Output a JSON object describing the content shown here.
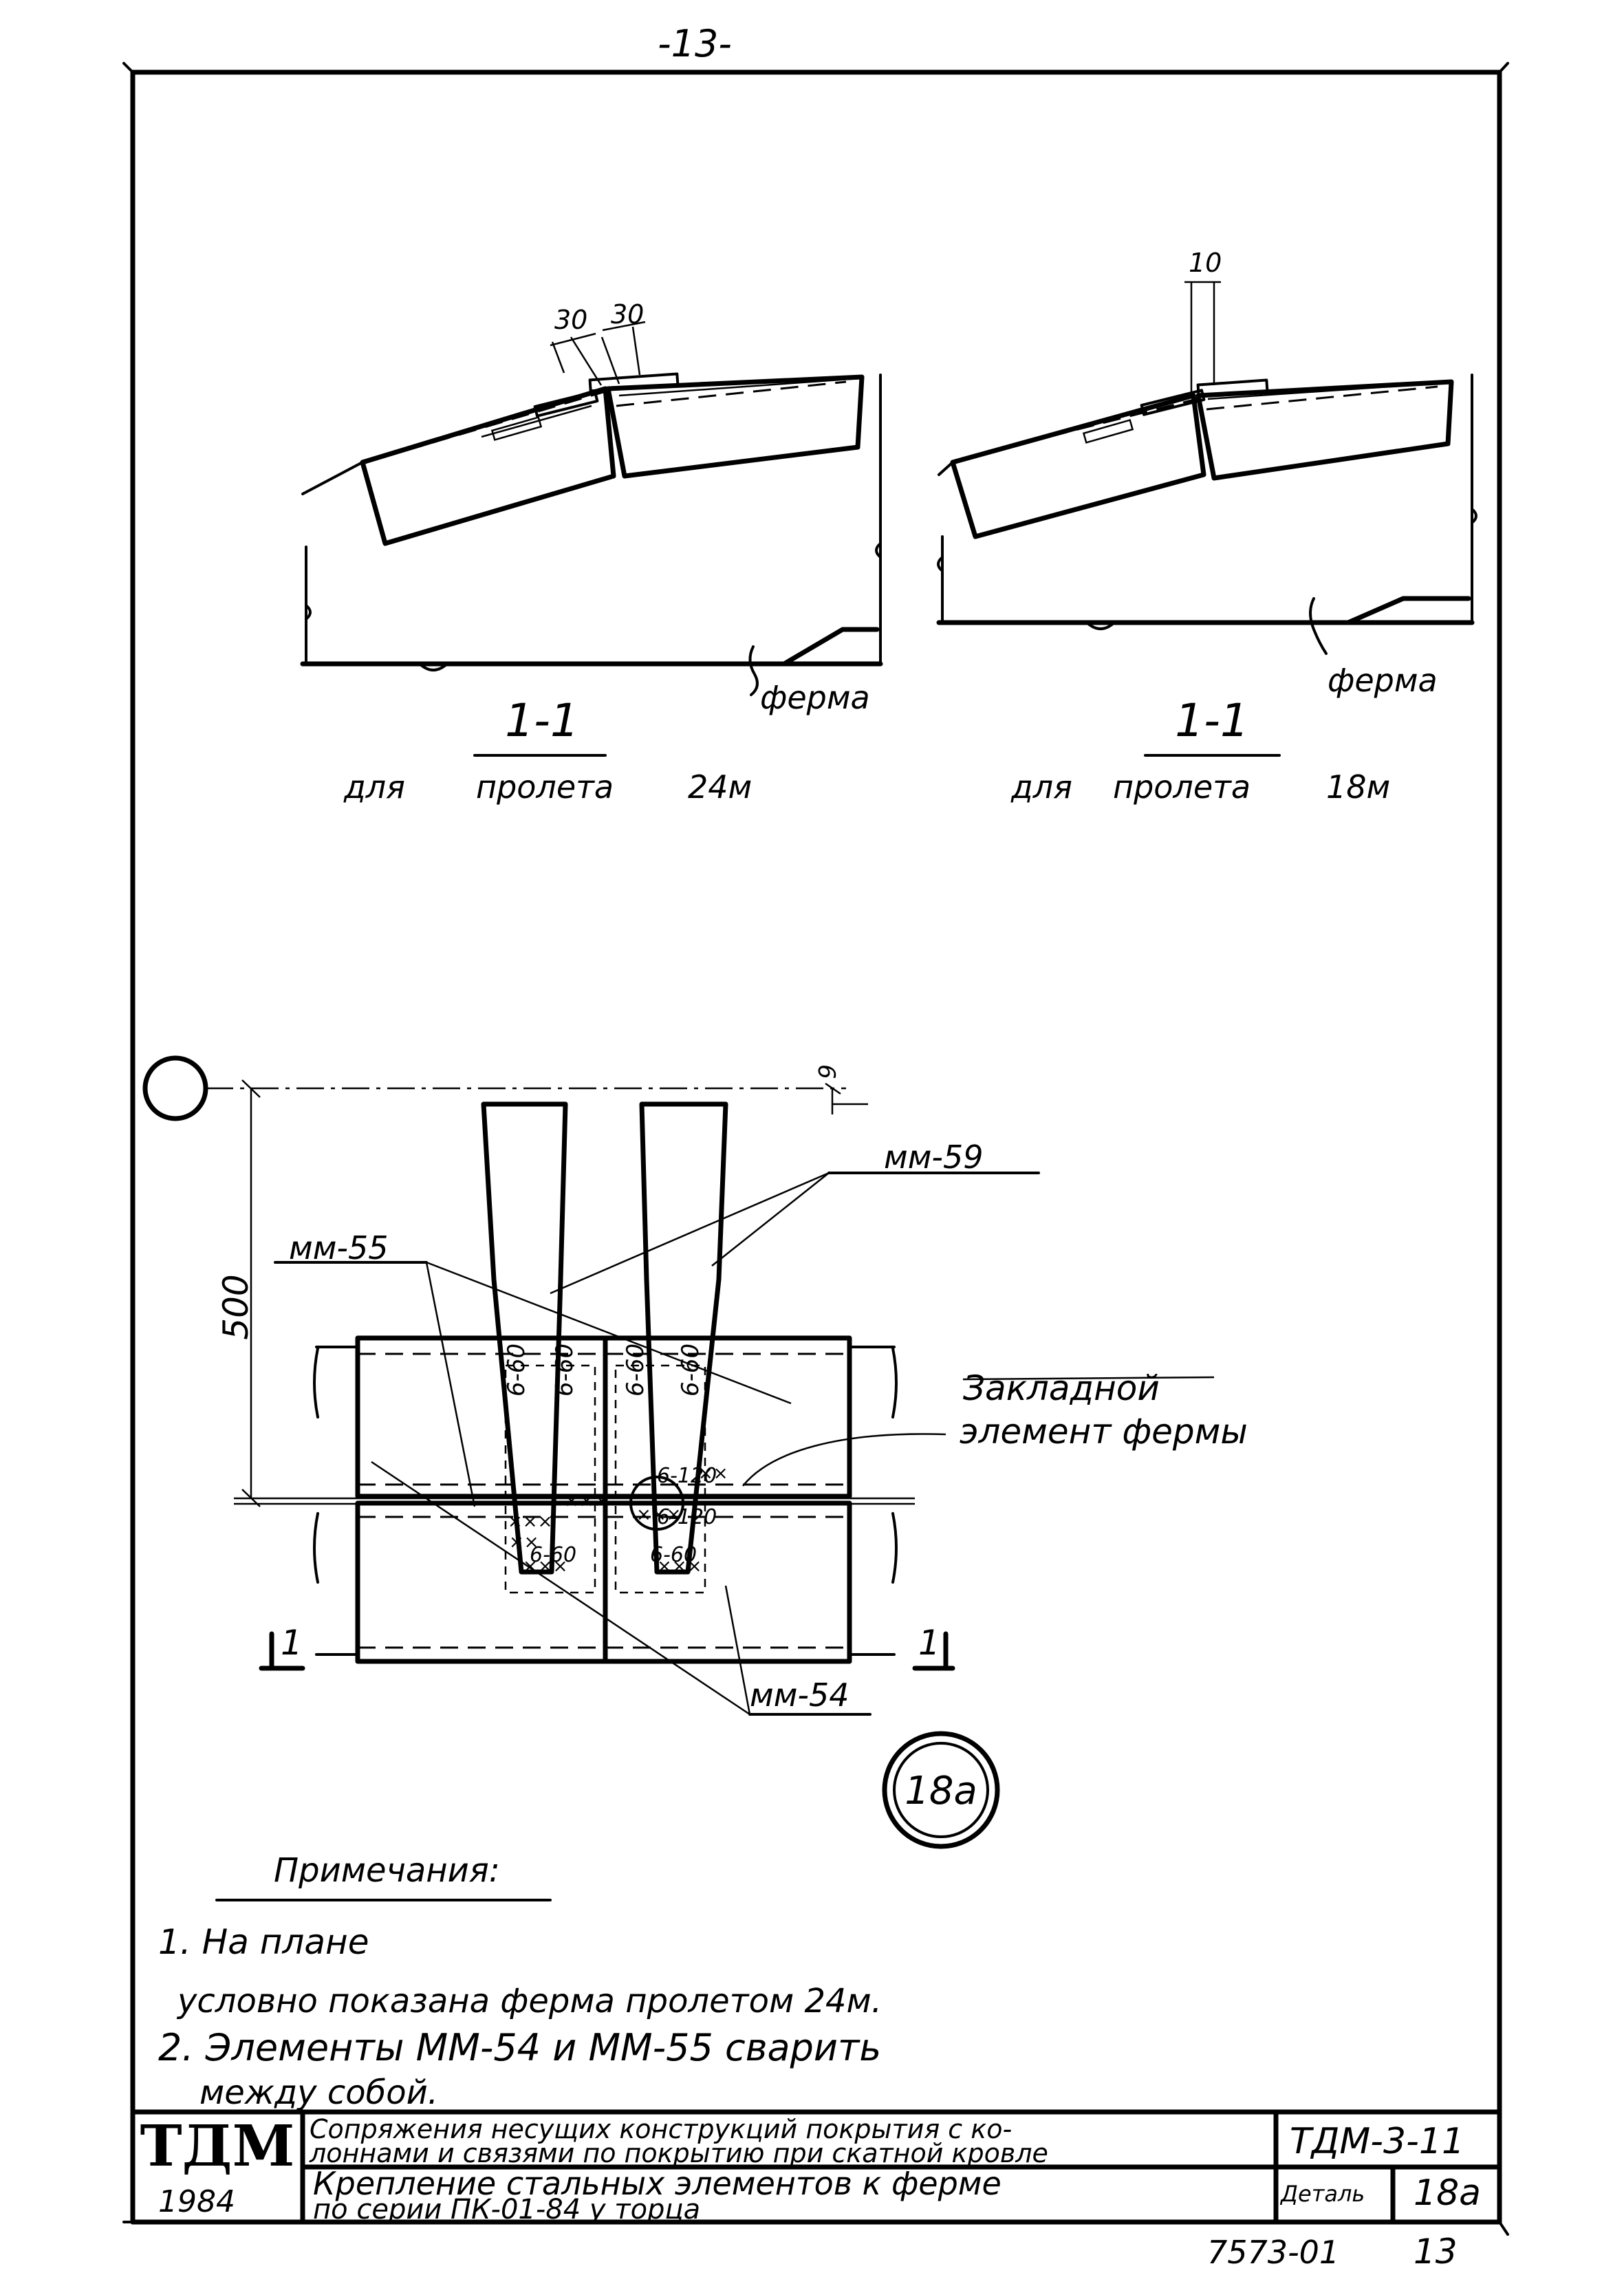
{
  "sheet": {
    "page_number": "-13-",
    "bottom_code": "7573-01",
    "bottom_sheet": "13"
  },
  "sections": {
    "left": {
      "dim_a": "30",
      "dim_b": "30",
      "truss_label": "ферма",
      "section_mark": "1-1",
      "caption_prefix": "для",
      "caption_main": "пролета",
      "caption_span": "24м"
    },
    "right": {
      "dim_a": "10",
      "truss_label": "ферма",
      "section_mark": "1-1",
      "caption_prefix": "для",
      "caption_main": "пролета",
      "caption_span": "18м"
    }
  },
  "plan": {
    "dim_top": "6",
    "dim_height": "500",
    "label_mm59": "мм-59",
    "label_mm55": "мм-55",
    "label_mm54": "мм-54",
    "embedded_line1": "Закладной",
    "embedded_line2": "элемент фермы",
    "weld_1": "6-60",
    "weld_2": "6-60",
    "weld_3": "6-60",
    "weld_4": "6-60",
    "weld_5": "6-120",
    "weld_6": "6-120",
    "weld_7": "6-60",
    "weld_8": "6-60",
    "cut_left": "1",
    "cut_right": "1",
    "detail_mark": "18а"
  },
  "notes": {
    "heading": "Примечания:",
    "items": [
      "1. На плане",
      "условно показана ферма пролетом 24м.",
      "2. Элементы ММ-54 и ММ-55 сварить",
      "между собой."
    ]
  },
  "title_block": {
    "logo": "ТДМ",
    "year": "1984",
    "title_line1": "Сопряжения несущих конструкций покрытия с ко-",
    "title_line2": "лоннами и связями по покрытию при скатной кровле",
    "doc_code": "ТДМ-3-11",
    "subtitle_line1": "Крепление стальных элементов к ферме",
    "subtitle_line2": "по серии ПК-01-84 у торца",
    "detail_label": "Деталь",
    "detail_value": "18а"
  }
}
